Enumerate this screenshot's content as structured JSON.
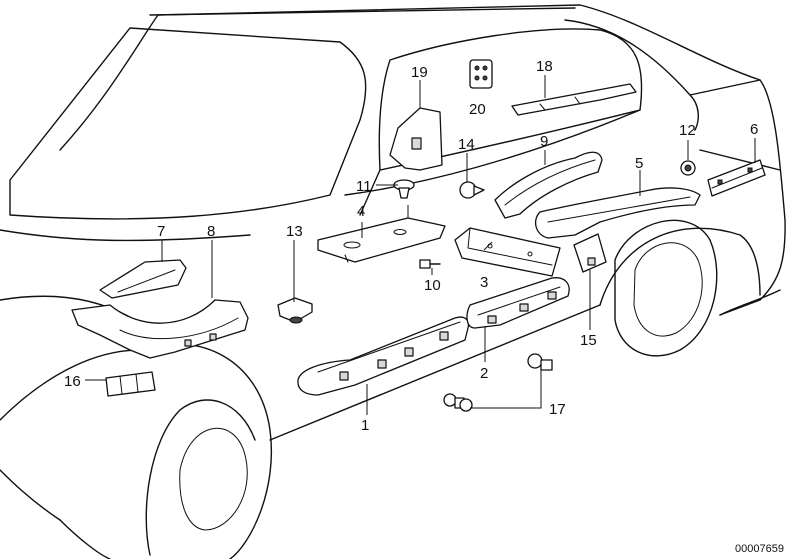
{
  "diagram": {
    "callouts": [
      "1",
      "2",
      "3",
      "4",
      "5",
      "6",
      "7",
      "8",
      "9",
      "10",
      "11",
      "12",
      "13",
      "14",
      "15",
      "16",
      "17",
      "18",
      "19",
      "20"
    ],
    "reference_number": "00007659"
  }
}
